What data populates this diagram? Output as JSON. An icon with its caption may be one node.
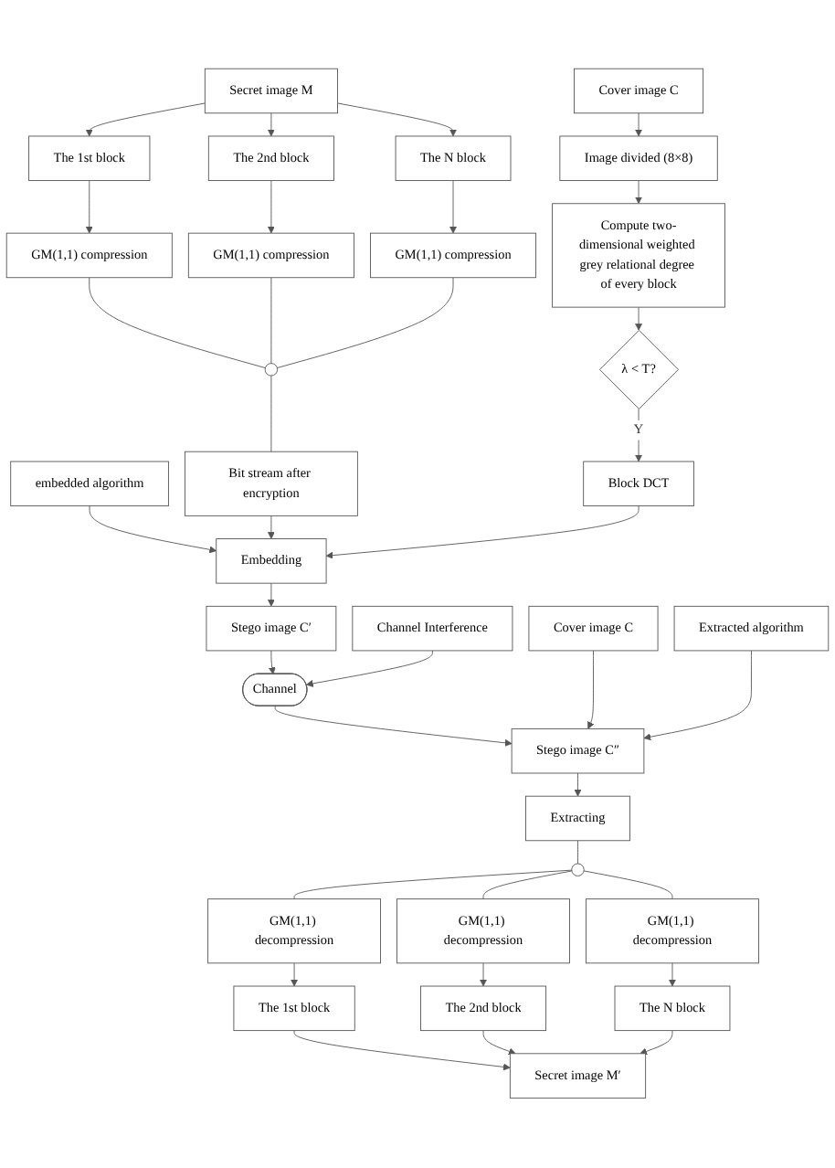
{
  "diagram": {
    "nodes": [
      {
        "text": [
          "Secret image M"
        ]
      },
      {
        "text": [
          "The 1st block"
        ]
      },
      {
        "text": [
          "The 2nd block"
        ]
      },
      {
        "text": [
          "The N block"
        ]
      },
      {
        "text": [
          "GM(1,1) compression"
        ]
      },
      {
        "text": [
          "GM(1,1) compression"
        ]
      },
      {
        "text": [
          "GM(1,1) compression"
        ]
      },
      {
        "text": [],
        "shape": "circle"
      },
      {
        "text": [
          "Bit stream after encryption"
        ]
      },
      {
        "text": [
          "Cover image C"
        ]
      },
      {
        "text": [
          "Image divided (8×8)"
        ]
      },
      {
        "text": [
          "Compute two-dimensional weighted grey relational degree of every block"
        ]
      },
      {
        "text": [
          "λ < T?"
        ]
      },
      {
        "text": [
          "Block DCT"
        ]
      },
      {
        "text": [
          "embedded algorithm"
        ]
      },
      {
        "text": [
          "Embedding"
        ]
      },
      {
        "text": [
          "Stego image C′"
        ]
      },
      {
        "text": [
          "Channel Interference"
        ]
      },
      {
        "text": [
          "Channel"
        ]
      },
      {
        "text": [
          "Stego image C″"
        ]
      },
      {
        "text": [
          "Extracting"
        ]
      },
      {
        "text": [
          "Cover image C"
        ]
      },
      {
        "text": [
          "Extracted algorithm"
        ]
      },
      {
        "text": [],
        "shape": "circle"
      },
      {
        "text": [
          "GM(1,1) decompression"
        ]
      },
      {
        "text": [
          "GM(1,1) decompression"
        ]
      },
      {
        "text": [
          "GM(1,1) decompression"
        ]
      },
      {
        "text": [
          "The 1st block"
        ]
      },
      {
        "text": [
          "The 2nd block"
        ]
      },
      {
        "text": [
          "The N block"
        ]
      },
      {
        "text": [
          "Secret image M′"
        ]
      }
    ],
    "edges": [
      {
        "from": 0,
        "to": 1,
        "arrow": "to"
      },
      {
        "from": 0,
        "to": 2,
        "arrow": "to"
      },
      {
        "from": 0,
        "to": 3,
        "arrow": "to"
      },
      {
        "from": 1,
        "to": 4,
        "arrow": "to"
      },
      {
        "from": 2,
        "to": 5,
        "arrow": "to"
      },
      {
        "from": 3,
        "to": 6,
        "arrow": "to"
      },
      {
        "from": 4,
        "to": 7,
        "arrow": "none"
      },
      {
        "from": 5,
        "to": 7,
        "arrow": "none"
      },
      {
        "from": 6,
        "to": 7,
        "arrow": "none"
      },
      {
        "from": 7,
        "to": 8,
        "arrow": "none"
      },
      {
        "from": 9,
        "to": 10,
        "arrow": "to"
      },
      {
        "from": 10,
        "to": 11,
        "arrow": "to"
      },
      {
        "from": 11,
        "to": 12,
        "arrow": "to"
      },
      {
        "from": 12,
        "to": 13,
        "arrow": "to",
        "label": "Y"
      },
      {
        "from": 14,
        "to": 15,
        "arrow": "to"
      },
      {
        "from": 8,
        "to": 15,
        "arrow": "to"
      },
      {
        "from": 13,
        "to": 15,
        "arrow": "to"
      },
      {
        "from": 15,
        "to": 16,
        "arrow": "to"
      },
      {
        "from": 16,
        "to": 18,
        "arrow": "to"
      },
      {
        "from": 17,
        "to": 18,
        "arrow": "to"
      },
      {
        "from": 18,
        "to": 19,
        "arrow": "to"
      },
      {
        "from": 19,
        "to": 20,
        "arrow": "to"
      },
      {
        "from": 21,
        "to": 19,
        "arrow": "to"
      },
      {
        "from": 22,
        "to": 19,
        "arrow": "to"
      },
      {
        "from": 20,
        "to": 23,
        "arrow": "none"
      },
      {
        "from": 23,
        "to": 24,
        "arrow": "none"
      },
      {
        "from": 23,
        "to": 25,
        "arrow": "none"
      },
      {
        "from": 23,
        "to": 26,
        "arrow": "none"
      },
      {
        "from": 24,
        "to": 27,
        "arrow": "to"
      },
      {
        "from": 25,
        "to": 28,
        "arrow": "to"
      },
      {
        "from": 26,
        "to": 29,
        "arrow": "to"
      },
      {
        "from": 27,
        "to": 30,
        "arrow": "to"
      },
      {
        "from": 28,
        "to": 30,
        "arrow": "to"
      },
      {
        "from": 29,
        "to": 30,
        "arrow": "to"
      }
    ]
  }
}
